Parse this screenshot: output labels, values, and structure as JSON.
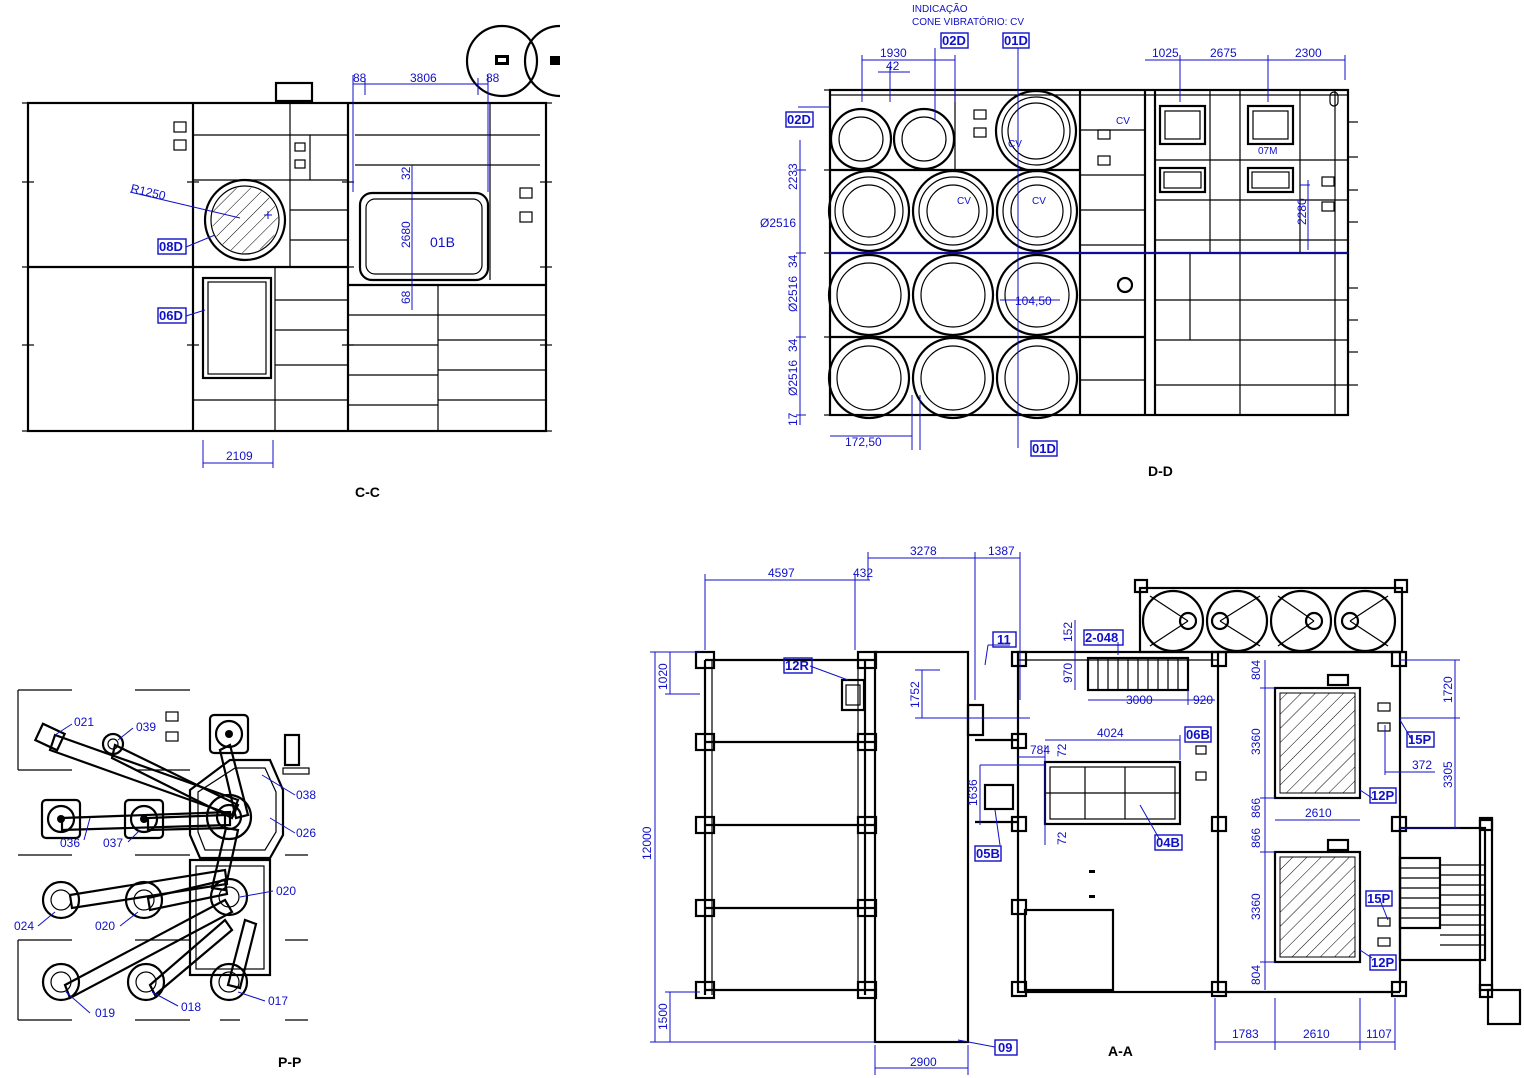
{
  "views": {
    "cc": {
      "title": "C-C",
      "dims": [
        "88",
        "3806",
        "88",
        "32",
        "2680",
        "68",
        "2109"
      ],
      "radius": "R1250",
      "label_01b": "01B",
      "tags": [
        "08D",
        "06D"
      ]
    },
    "dd": {
      "title": "D-D",
      "note_line1": "INDICAÇÃO",
      "note_line2": "CONE VIBRATÓRIO: CV",
      "dims_top": [
        "1930",
        "42",
        "1025",
        "2675",
        "2300"
      ],
      "dims_left": [
        "2233",
        "Ø2516",
        "34",
        "Ø2516",
        "34",
        "Ø2516",
        "17"
      ],
      "dim_bottom": "172,50",
      "dim_mid": "104,50",
      "dim_right": "2280",
      "cv": "CV",
      "label_07m": "07M",
      "tags": [
        "02D",
        "01D",
        "02D",
        "01D"
      ]
    },
    "pp": {
      "title": "P-P",
      "labels": [
        "021",
        "039",
        "038",
        "036",
        "037",
        "026",
        "024",
        "020",
        "020",
        "019",
        "018",
        "017"
      ]
    },
    "aa": {
      "title": "A-A",
      "dims_top": [
        "3278",
        "1387",
        "4597",
        "432"
      ],
      "dims_left": [
        "1020",
        "12000",
        "1500"
      ],
      "dims_inner": [
        "1752",
        "152",
        "970",
        "3000",
        "920",
        "4024",
        "784",
        "72",
        "1636",
        "72",
        "804",
        "3360",
        "866",
        "866",
        "3360",
        "804",
        "2610",
        "1720",
        "3305",
        "372"
      ],
      "dims_bottom": [
        "2900",
        "1783",
        "2610",
        "1107"
      ],
      "tags": [
        "12R",
        "11",
        "2-048",
        "06B",
        "15P",
        "12P",
        "05B",
        "04B",
        "15P",
        "12P",
        "09"
      ]
    }
  }
}
